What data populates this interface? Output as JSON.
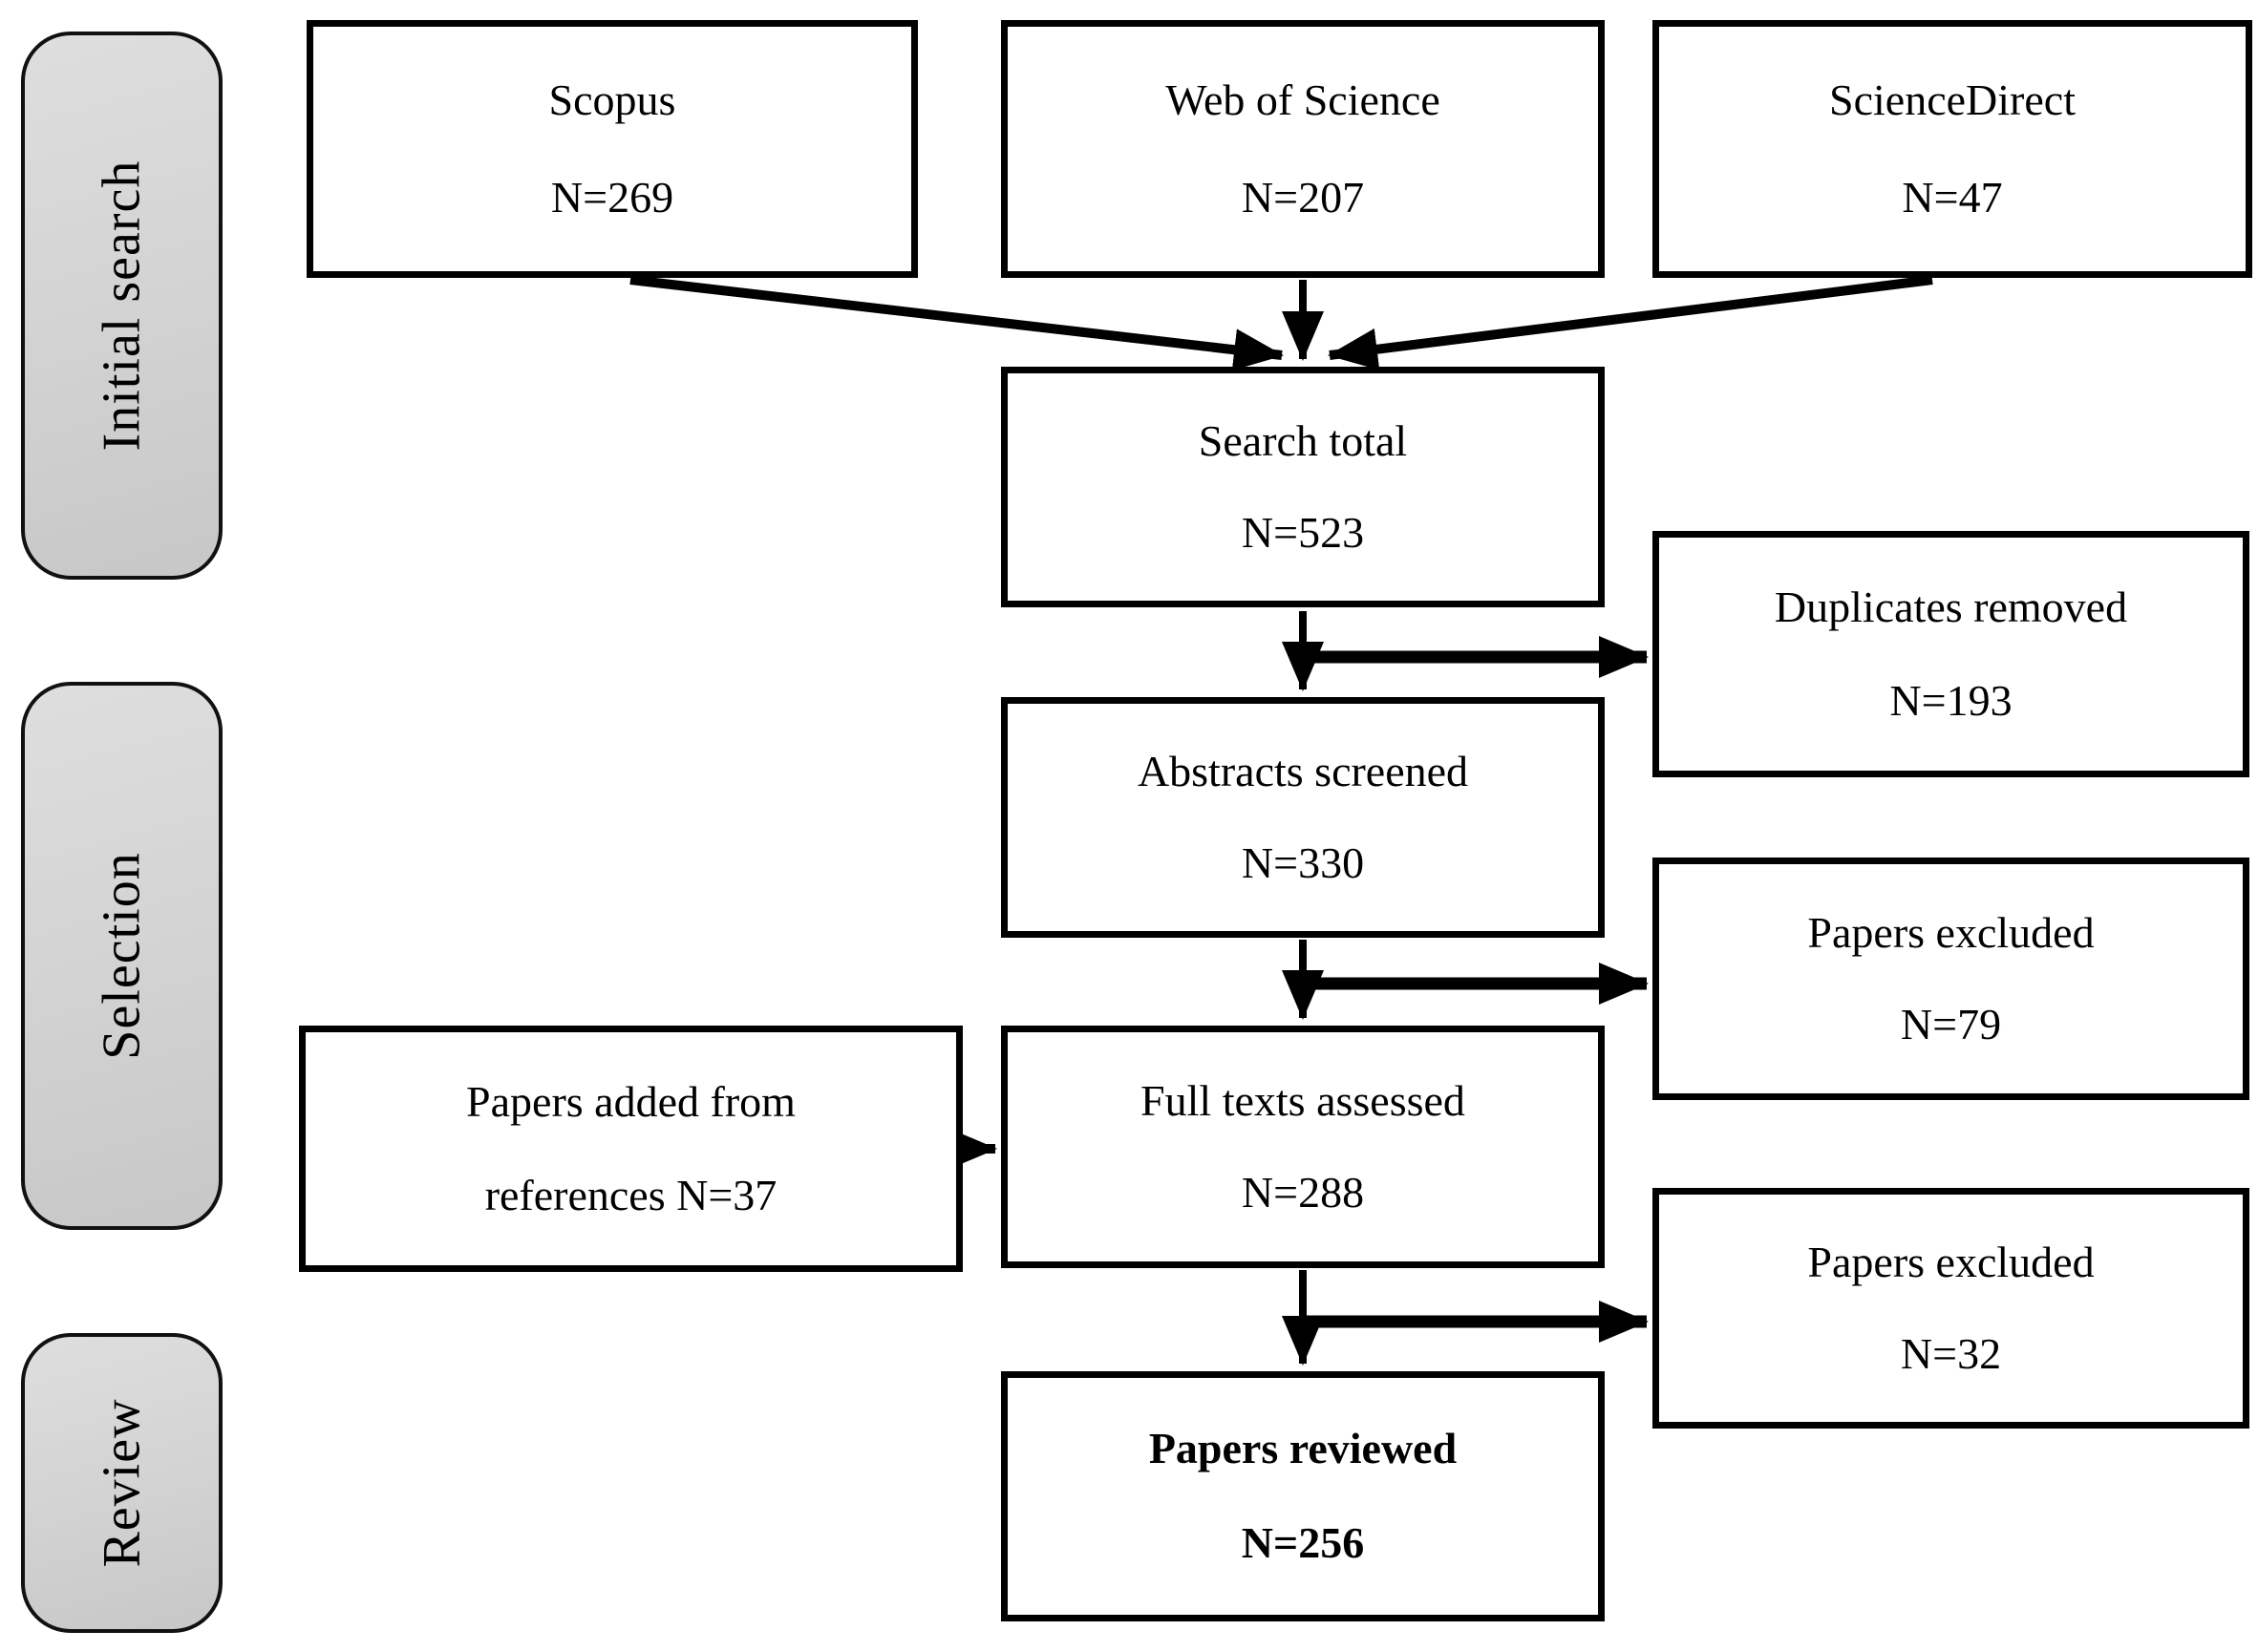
{
  "diagram": {
    "stages": [
      {
        "label": "Initial search"
      },
      {
        "label": "Selection"
      },
      {
        "label": "Review"
      }
    ],
    "boxes": {
      "scopus": {
        "title": "Scopus",
        "count": "N=269"
      },
      "web_of_science": {
        "title": "Web of Science",
        "count": "N=207"
      },
      "science_direct": {
        "title": "ScienceDirect",
        "count": "N=47"
      },
      "search_total": {
        "title": "Search total",
        "count": "N=523"
      },
      "duplicates_removed": {
        "title": "Duplicates removed",
        "count": "N=193"
      },
      "abstracts_screened": {
        "title": "Abstracts screened",
        "count": "N=330"
      },
      "papers_excluded_abstracts": {
        "title": "Papers excluded",
        "count": "N=79"
      },
      "papers_added_from_references": {
        "title": "Papers added from",
        "count": "references N=37"
      },
      "full_texts_assessed": {
        "title": "Full texts assessed",
        "count": "N=288"
      },
      "papers_excluded_full_texts": {
        "title": "Papers excluded",
        "count": "N=32"
      },
      "papers_reviewed": {
        "title": "Papers reviewed",
        "count": "N=256"
      }
    },
    "colors": {
      "box_border": "#000000",
      "arrow": "#000000",
      "stage_fill_light": "#dedede",
      "stage_fill_dark": "#c7c7c7",
      "background": "#ffffff"
    }
  }
}
